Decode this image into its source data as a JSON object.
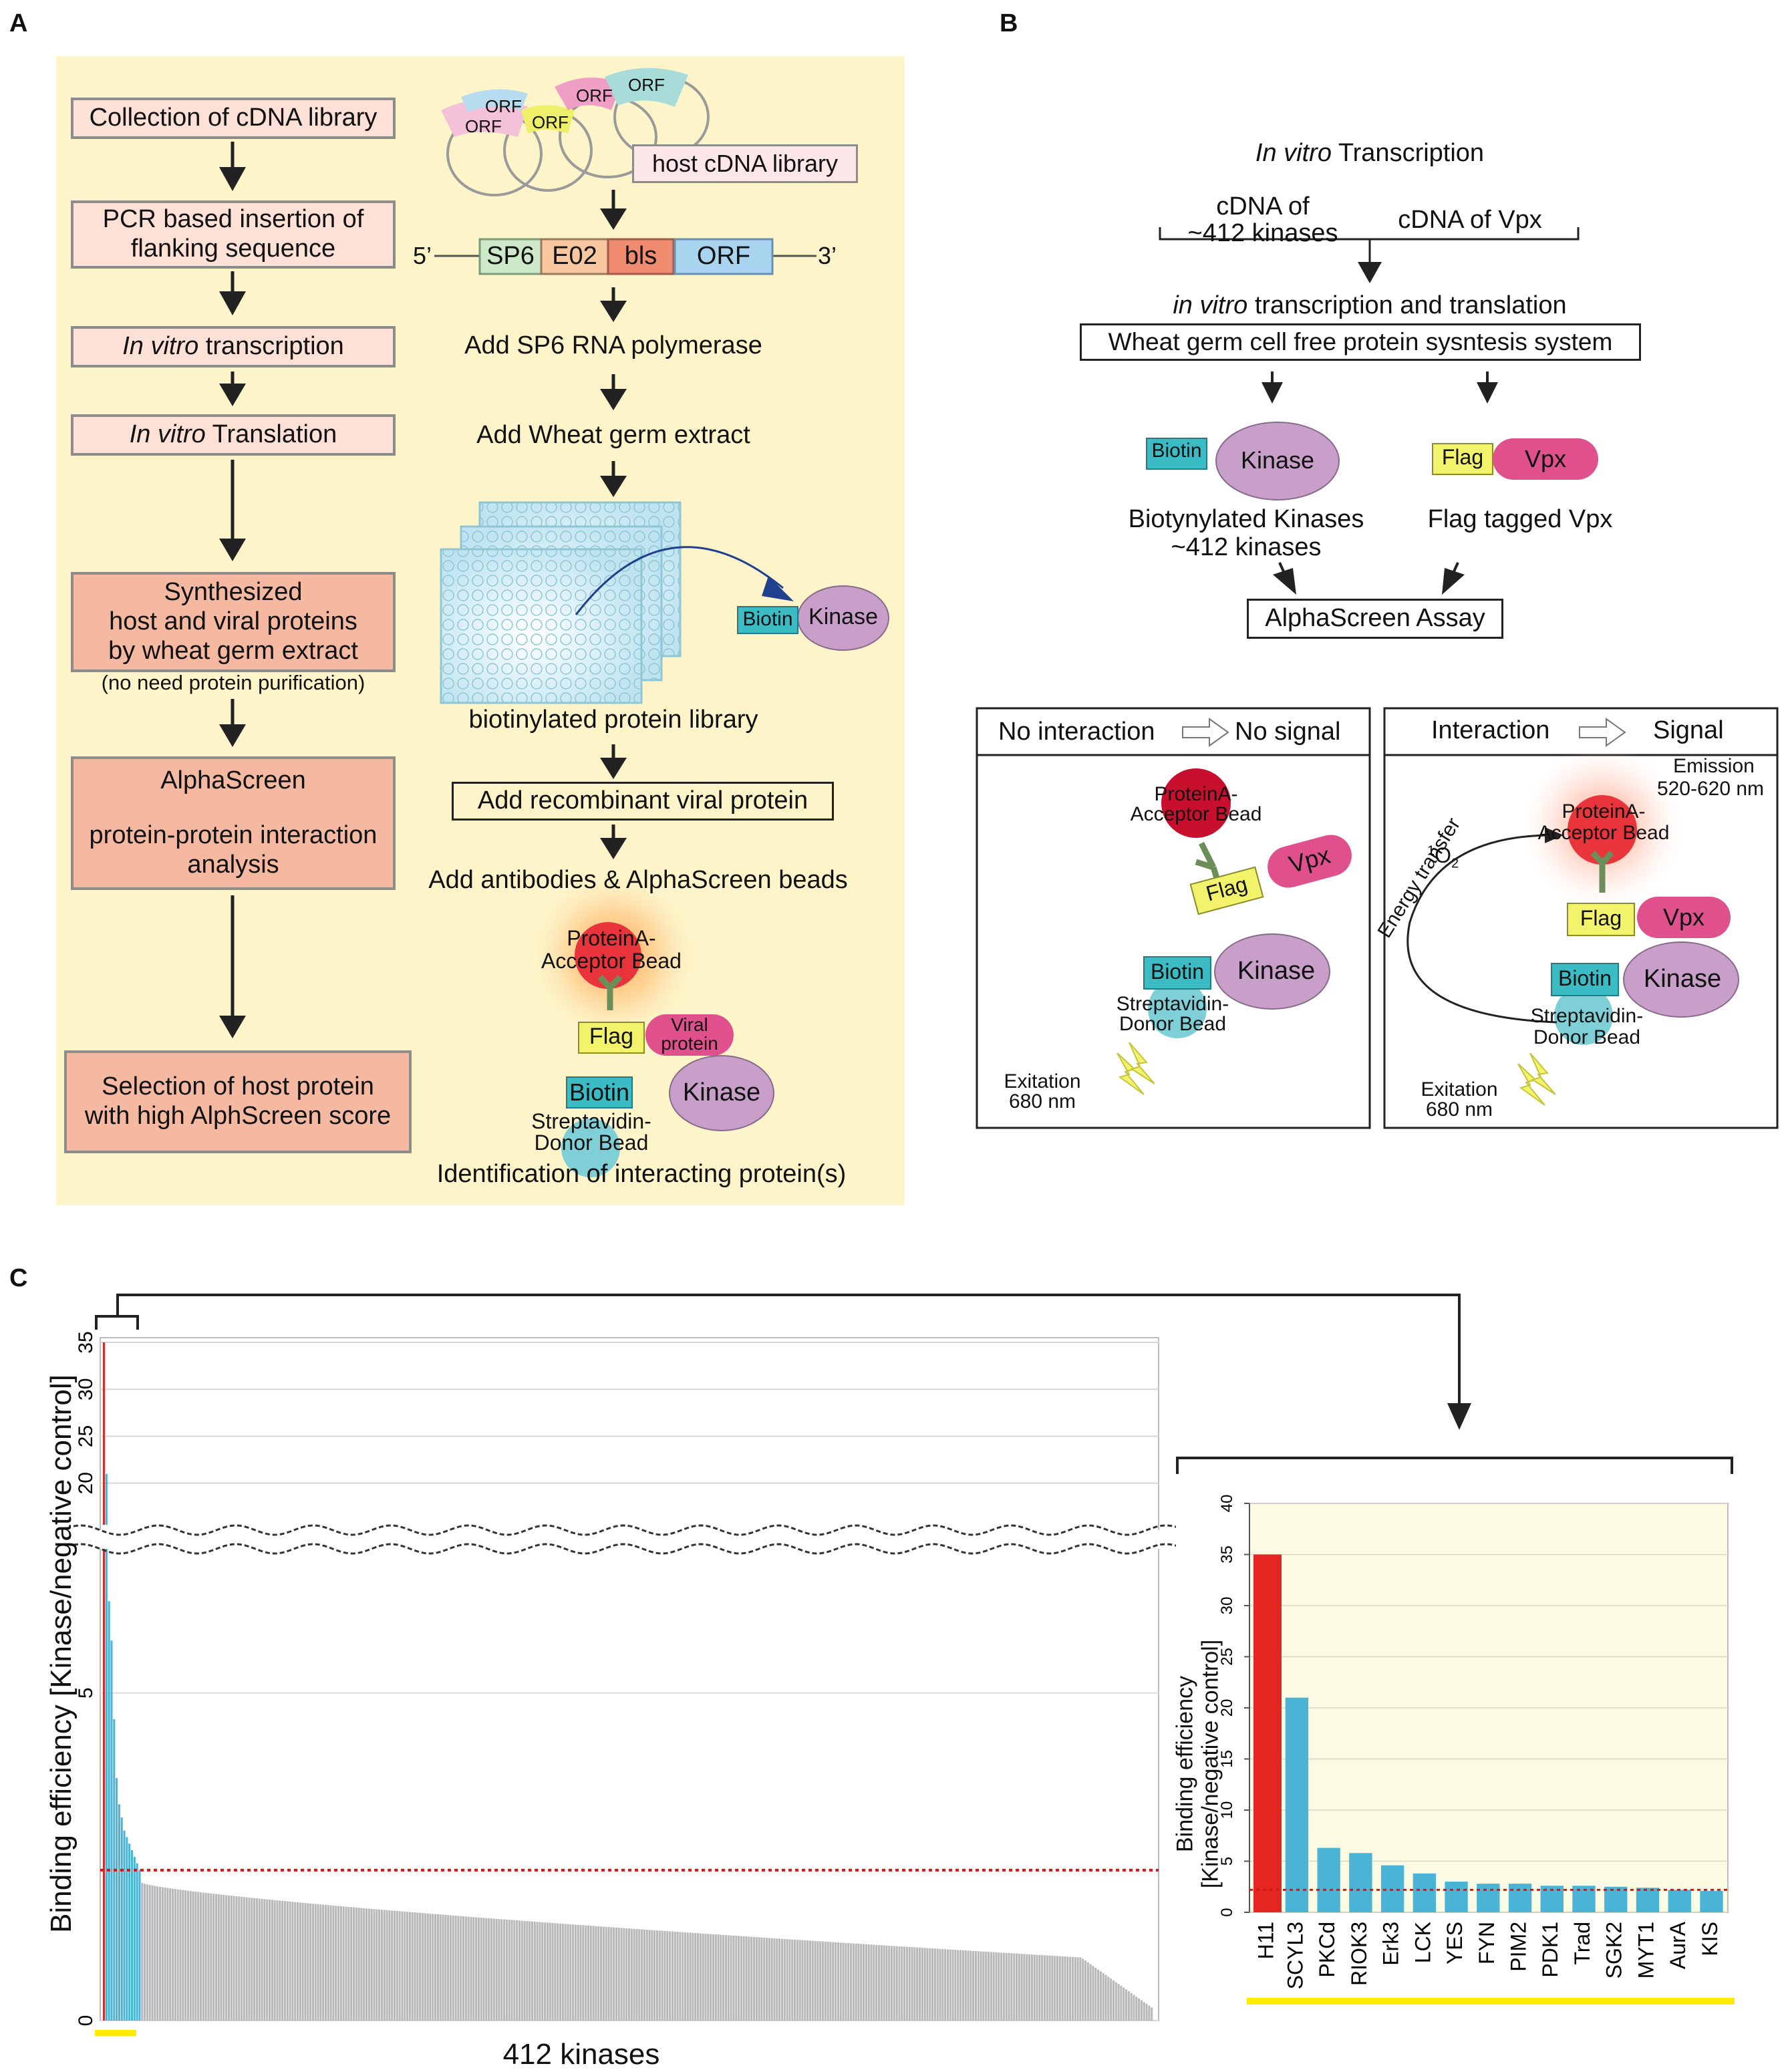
{
  "panel_labels": {
    "a": "A",
    "b": "B",
    "c": "C"
  },
  "panelA": {
    "steps": [
      "Collection of cDNA library",
      "PCR based insertion of",
      "flanking sequence",
      "In vitro",
      " transcription",
      "In vitro",
      " Translation",
      "Synthesized",
      "host and viral proteins",
      "by wheat germ extract",
      "(no need protein purification)",
      "AlphaScreen",
      "protein-protein interaction",
      "analysis",
      "Selection of host protein",
      "with high AlphScreen score"
    ],
    "orf_label": "ORF",
    "host_cdna_library": "host cDNA library",
    "construct": {
      "five_prime": "5’",
      "sp6": "SP6",
      "e02": "E02",
      "bls": "bls",
      "orf": "ORF",
      "three_prime": "3’"
    },
    "add_sp6": "Add SP6 RNA polymerase",
    "add_wheat": "Add Wheat germ extract",
    "biotin": "Biotin",
    "kinase": "Kinase",
    "biotinylated_library": "biotinylated protein library",
    "add_recombinant": "Add recombinant viral protein",
    "add_antibodies": "Add antibodies & AlphaScreen beads",
    "proteinA_acceptor_1": "ProteinA-",
    "proteinA_acceptor_2": "Acceptor Bead",
    "flag": "Flag",
    "viral_protein_1": "Viral",
    "viral_protein_2": "protein",
    "streptavidin_1": "Streptavidin-",
    "streptavidin_2": "Donor Bead",
    "identification": "Identification of interacting protein(s)"
  },
  "panelB": {
    "in_vitro_italic": "In vitro",
    "transcription": " Transcription",
    "cdna_kinases_1": "cDNA of",
    "cdna_kinases_2": "~412 kinases",
    "cdna_vpx": "cDNA of Vpx",
    "ivtt_italic": "in vitro",
    "ivtt_rest": " transcription and translation",
    "wheat_germ_system": "Wheat germ cell free protein sysntesis system",
    "biotin": "Biotin",
    "kinase": "Kinase",
    "flag": "Flag",
    "vpx": "Vpx",
    "biotinylated_kinases_1": "Biotynylated Kinases",
    "biotinylated_kinases_2": "~412 kinases",
    "flag_tagged_vpx": "Flag tagged Vpx",
    "alphascreen_assay": "AlphaScreen Assay",
    "no_interaction": "No interaction",
    "no_signal": "No signal",
    "interaction": "Interaction",
    "signal": "Signal",
    "emission_1": "Emission",
    "emission_2": "520-620 nm",
    "singlet_oxygen_sup": "1",
    "singlet_oxygen": "O",
    "singlet_oxygen_sub": "2",
    "energy_transfer": "Energy transfer",
    "proteinA_1": "ProteinA-",
    "proteinA_2": "Acceptor Bead",
    "streptavidin_1": "Streptavidin-",
    "streptavidin_2": "Donor Bead",
    "exitation_1": "Exitation",
    "exitation_2": "680 nm"
  },
  "colors": {
    "panelA_bg": "#fdf5c9",
    "step_light": "#fde0d6",
    "step_dark": "#f5b9a1",
    "biotin": "#3bbcc4",
    "kinase": "#c79fc9",
    "flag": "#f3f36b",
    "vpx": "#e0508c",
    "acceptor": "#e8343a",
    "donor": "#7fcfd6",
    "hit_red": "#e52521",
    "hit_blue": "#49b4d6",
    "other_gray": "#b8b8b8",
    "threshold": "#d01818",
    "highlight_yellow": "#ffea00",
    "inset_bg": "#fbfbe4"
  },
  "chart_data": [
    {
      "type": "bar",
      "title": "",
      "ylabel": "Binding efficiency [Kinase/negative control]",
      "xlabel": "412 kinases",
      "y_ticks_lower": [
        "0",
        "5"
      ],
      "y_ticks_upper": [
        "20",
        "25",
        "30",
        "35"
      ],
      "axis_break": true,
      "n_bars": 412,
      "threshold": 2.2,
      "top_values": [
        35.0,
        21.0,
        6.4,
        5.8,
        4.6,
        3.7,
        3.0,
        2.8,
        2.8,
        2.6,
        2.6,
        2.5,
        2.5,
        2.3,
        2.2
      ],
      "rest_range": [
        2.1,
        0.2
      ],
      "grid": true
    },
    {
      "type": "bar",
      "title": "",
      "ylabel_1": "Binding efficiency",
      "ylabel_2": "[Kinase/negative control]",
      "ylim": [
        0,
        40
      ],
      "y_ticks": [
        "0",
        "5",
        "10",
        "15",
        "20",
        "25",
        "30",
        "35",
        "40"
      ],
      "categories": [
        "H11",
        "SCYL3",
        "PKCd",
        "RIOK3",
        "Erk3",
        "LCK",
        "YES",
        "FYN",
        "PIM2",
        "PDK1",
        "Trad",
        "SGK2",
        "MYT1",
        "AurA",
        "KIS"
      ],
      "values": [
        35.0,
        21.0,
        6.3,
        5.8,
        4.6,
        3.8,
        3.0,
        2.8,
        2.8,
        2.6,
        2.6,
        2.5,
        2.4,
        2.2,
        2.1
      ],
      "threshold": 2.2
    }
  ]
}
